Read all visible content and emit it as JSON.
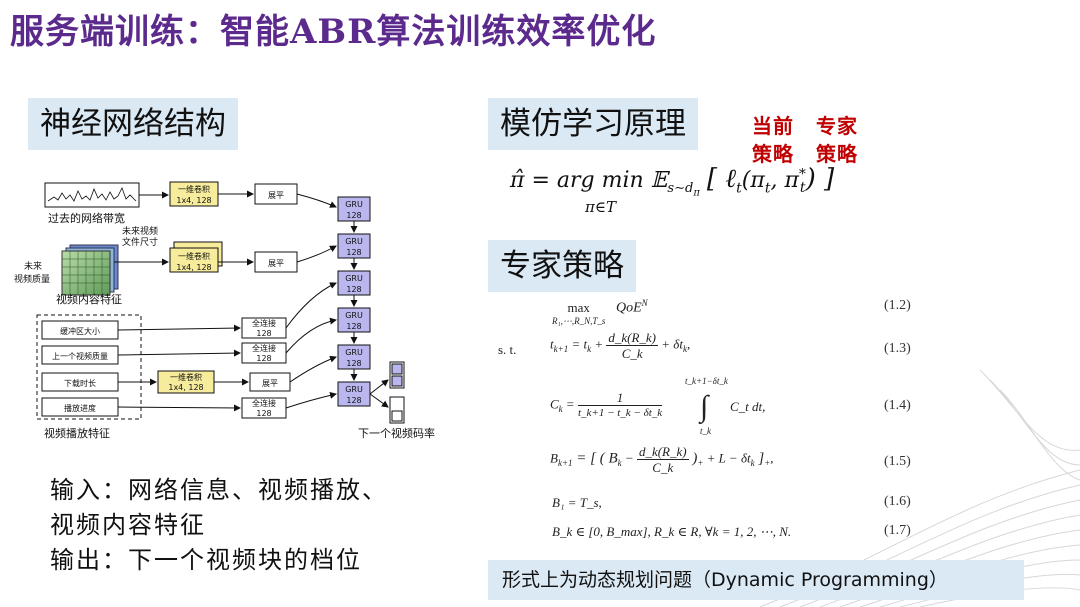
{
  "title": "服务端训练：智能ABR算法训练效率优化",
  "sections": {
    "nn": "神经网络结构",
    "imitation": "模仿学习原理",
    "expert": "专家策略"
  },
  "policy_labels": {
    "current": "当前",
    "current2": "策略",
    "expert": "专家",
    "expert2": "策略"
  },
  "formula_main": {
    "lhs": "π̂ = arg min 𝔼",
    "sub": "π∈T",
    "expect_sub": "s∼d",
    "expect_subsub": "π",
    "loss": "[ ℓ",
    "loss_sub": "t",
    "loss_args": "(π",
    "loss_args_sub": "t",
    "loss_mid": ", π",
    "loss_mid_sup": "*",
    "loss_mid_sub": "t",
    "loss_end": ") ]"
  },
  "diagram": {
    "labels": {
      "bandwidth": "过去的网络带宽",
      "future_size": "未来视频\n文件尺寸",
      "future_quality": "未来\n视频质量",
      "content_feature": "视频内容特征",
      "buffer": "缓冲区大小",
      "last_quality": "上一个视频质量",
      "download_time": "下载时长",
      "play_progress": "播放进度",
      "play_feature": "视频播放特征",
      "next_bitrate": "下一个视频码率"
    },
    "conv_label": "一维卷积",
    "conv_params": "1x4, 128",
    "flatten": "展平",
    "fc_label": "全连接",
    "fc_params": "128",
    "gru_label": "GRU",
    "gru_params": "128"
  },
  "io_text": {
    "line1": "输入：网络信息、视频播放、",
    "line2": "视频内容特征",
    "line3": "输出：下一个视频块的档位"
  },
  "equations": {
    "n12": "(1.2)",
    "n13": "(1.3)",
    "n14": "(1.4)",
    "n15": "(1.5)",
    "n16": "(1.6)",
    "n17": "(1.7)",
    "st": "s. t.",
    "max_label": "max",
    "max_sub": "R₁,⋯,R_N,T_s",
    "obj": "QoE",
    "obj_sup": "N",
    "e13_lhs": "t",
    "e13_lhs_sub": "k+1",
    "e13_mid": " = t",
    "e13_mid_sub": "k",
    "e13_plus": " + ",
    "e13_num": "d_k(R_k)",
    "e13_den": "C_k",
    "e13_end": " + δt",
    "e13_end_sub": "k",
    "e13_comma": ",",
    "e14_lhs": "C",
    "e14_lhs_sub": "k",
    "e14_eq": " = ",
    "e14_num": "1",
    "e14_den": "t_k+1 − t_k − δt_k",
    "e14_int_top": "t_k+1−δt_k",
    "e14_int_bot": "t_k",
    "e14_integrand": "C_t dt,",
    "e15_lhs": "B",
    "e15_lhs_sub": "k+1",
    "e15_open": " = [ ( B",
    "e15_bk_sub": "k",
    "e15_minus": " − ",
    "e15_num": "d_k(R_k)",
    "e15_den": "C_k",
    "e15_close": " )",
    "e15_plus_sub": "+",
    "e15_rest": " + L − δt",
    "e15_rest_sub": "k",
    "e15_end": " ]",
    "e15_end_sub": "+",
    "e15_comma": ",",
    "e16": "B₁ = T_s,",
    "e17": "B_k ∈ [0, B_max], R_k ∈ R, ∀k = 1, 2, ⋯, N."
  },
  "note": "形式上为动态规划问题（Dynamic Programming）"
}
